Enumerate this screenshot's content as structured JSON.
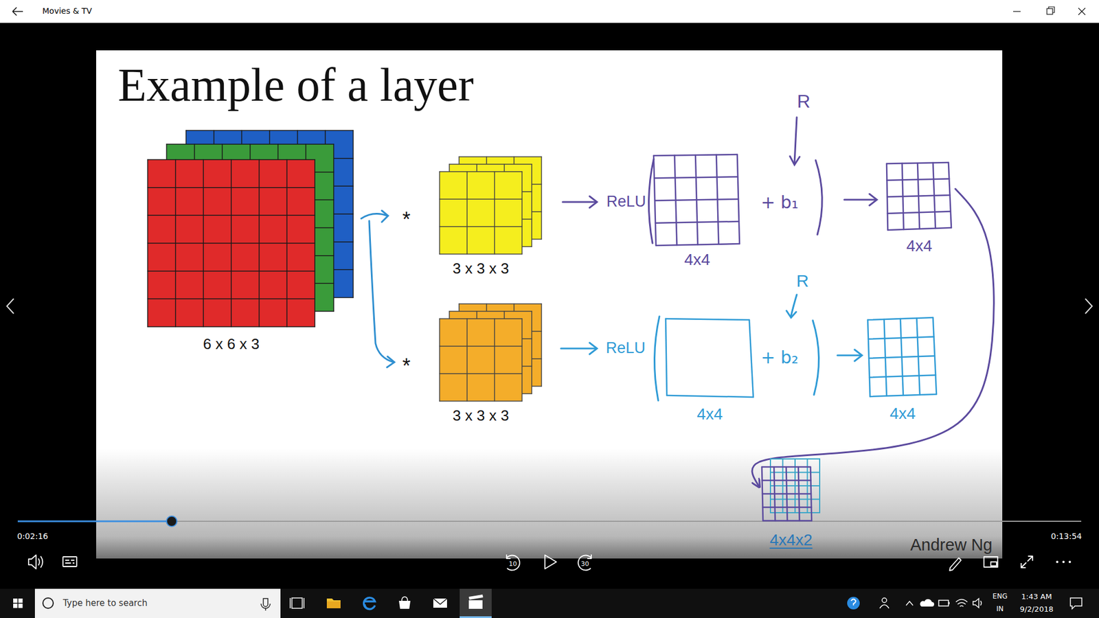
{
  "diagram": {
    "title": "Example of a layer",
    "nodes": [
      {
        "text": [
          "6 x 6 x 3"
        ]
      },
      {
        "text": [
          "3 x 3 x 3"
        ]
      },
      {
        "text": [
          "3 x 3 x 3"
        ]
      },
      {
        "text": [
          "4x4"
        ]
      },
      {
        "text": [
          "4x4"
        ]
      },
      {
        "text": [
          "4x4"
        ]
      },
      {
        "text": [
          "4x4"
        ]
      },
      {
        "text": [
          "4x4x2"
        ]
      },
      {
        "text": [
          "Type here to search"
        ]
      }
    ],
    "edges": [
      {
        "from": 4,
        "to": 7,
        "arrow": "to"
      }
    ],
    "labels": [
      "Movies & TV",
      "*",
      "*",
      "ReLU",
      "+ b₁",
      "R",
      "ReLU",
      "+ b₂",
      "R",
      "Andrew Ng",
      "0:02:16",
      "0:13:54",
      "10",
      "30",
      "ENG",
      "IN",
      "1:43 AM",
      "9/2/2018"
    ]
  }
}
